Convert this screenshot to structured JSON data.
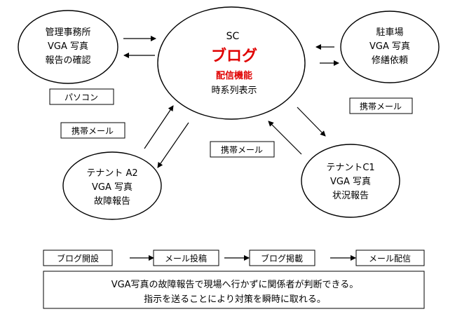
{
  "center": {
    "title": "SC",
    "blog": "ブログ",
    "feature": "配信機能",
    "display": "時系列表示"
  },
  "nodes": {
    "management": [
      "管理事務所",
      "VGA 写真",
      "報告の確認"
    ],
    "parking": [
      "駐車場",
      "VGA 写真",
      "修繕依頼"
    ],
    "tenant_a2": [
      "テナント A2",
      "VGA 写真",
      "故障報告"
    ],
    "tenant_c1": [
      "テナントC1",
      "VGA 写真",
      "状況報告"
    ]
  },
  "labels": {
    "pc": "パソコン",
    "mobile_mail_left": "携帯メール",
    "mobile_mail_center": "携帯メール",
    "mobile_mail_right": "携帯メール"
  },
  "flow": [
    "ブログ開設",
    "メール投稿",
    "ブログ掲載",
    "メール配信"
  ],
  "summary": [
    "VGA写真の故障報告で現場へ行かずに関係者が判断できる。",
    "指示を送ることにより対策を瞬時に取れる。"
  ],
  "colors": {
    "blog_accent": "#e00000",
    "line": "#000000"
  }
}
